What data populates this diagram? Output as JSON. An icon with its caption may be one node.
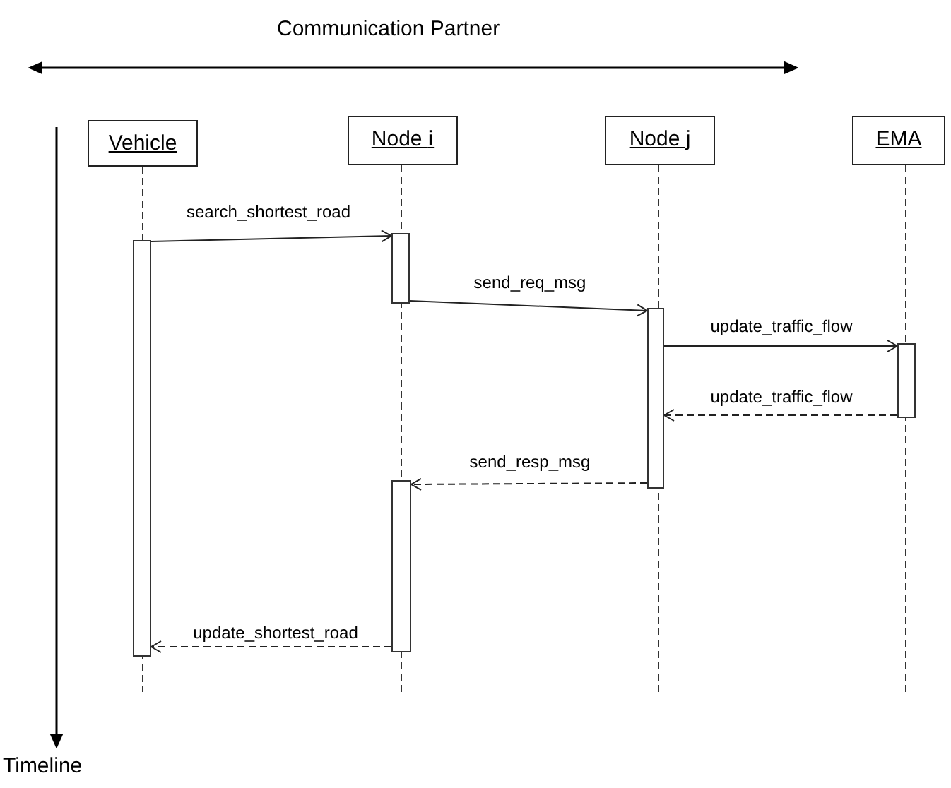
{
  "diagram": {
    "nodes": [
      {
        "text": [
          "Vehicle"
        ]
      },
      {
        "text": [
          "Node **i**"
        ]
      },
      {
        "text": [
          "Node j"
        ]
      },
      {
        "text": [
          "EMA"
        ]
      },
      {
        "text": [],
        "shape": "bar"
      },
      {
        "text": [],
        "shape": "bar"
      },
      {
        "text": [],
        "shape": "bar"
      },
      {
        "text": [],
        "shape": "bar"
      },
      {
        "text": [],
        "shape": "bar"
      }
    ],
    "edges": [
      {
        "from": 4,
        "to": 5,
        "arrow": "to",
        "label": "search_shortest_road"
      },
      {
        "from": 5,
        "to": 6,
        "arrow": "to",
        "label": "send_req_msg"
      },
      {
        "from": 6,
        "to": 7,
        "arrow": "to",
        "label": "update_traffic_flow"
      },
      {
        "from": 7,
        "to": 6,
        "arrow": "to",
        "label": "update_traffic_flow",
        "style": "dashed"
      },
      {
        "from": 6,
        "to": 8,
        "arrow": "to",
        "label": "send_resp_msg",
        "style": "dashed"
      },
      {
        "from": 8,
        "to": 4,
        "arrow": "to",
        "label": "update_shortest_road",
        "style": "dashed"
      }
    ],
    "labels": [
      "Communication Partner",
      "Timeline"
    ]
  }
}
